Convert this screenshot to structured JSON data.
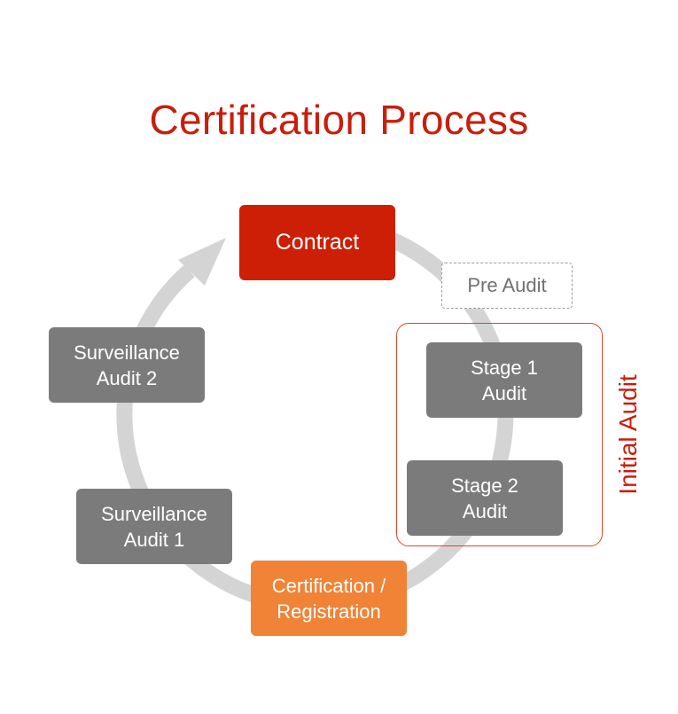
{
  "title": "Certification Process",
  "nodes": {
    "contract": "Contract",
    "pre_audit": "Pre Audit",
    "stage1": [
      "Stage 1",
      "Audit"
    ],
    "stage2": [
      "Stage 2",
      "Audit"
    ],
    "certification": [
      "Certification /",
      "Registration"
    ],
    "surveillance1": [
      "Surveillance",
      "Audit 1"
    ],
    "surveillance2": [
      "Surveillance",
      "Audit 2"
    ]
  },
  "group_label": "Initial Audit",
  "colors": {
    "title": "#c81e0c",
    "contract": "#cc1f06",
    "certification": "#f08336",
    "audit_box": "#7b7b7b",
    "cycle_arrow": "#d4d4d4",
    "group_border": "#d9452f"
  }
}
